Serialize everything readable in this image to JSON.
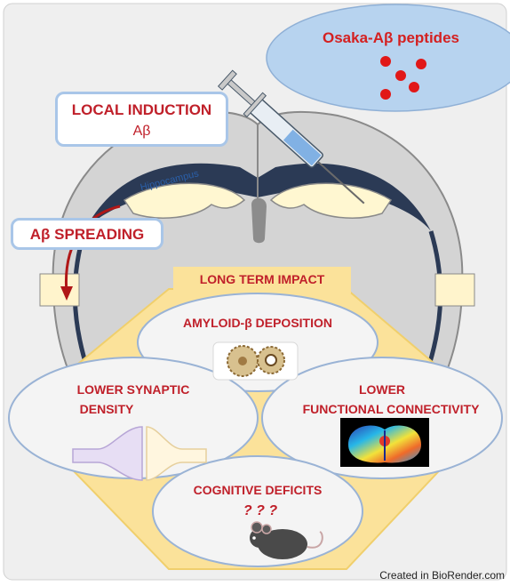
{
  "osaka": {
    "title": "Osaka-Aβ peptides"
  },
  "local_induction": {
    "line1": "LOCAL INDUCTION",
    "line2": "Aβ"
  },
  "spreading": {
    "label": "Aβ SPREADING"
  },
  "hippocampus": {
    "label": "Hippocampus"
  },
  "long_term": {
    "label": "LONG TERM IMPACT"
  },
  "amyloid": {
    "label": "AMYLOID-β DEPOSITION"
  },
  "synaptic": {
    "line1": "LOWER SYNAPTIC",
    "line2": "DENSITY"
  },
  "connectivity": {
    "line1": "LOWER",
    "line2": "FUNCTIONAL CONNECTIVITY"
  },
  "cognitive": {
    "label": "COGNITIVE DEFICITS",
    "marks": "? ? ?"
  },
  "credit": {
    "text": "Created in BioRender.com"
  },
  "colors": {
    "red_text": "#d42020",
    "title_text": "#c0202a",
    "brain": "#d3d3d3",
    "ventricle": "#2b3a55",
    "hippocampus": "#fff7d1",
    "hexagon": "#fbe29a",
    "ellipse": "#f4f4f4",
    "ellipse_border": "#9ab3d5",
    "cloud": "#b7d3ef"
  }
}
